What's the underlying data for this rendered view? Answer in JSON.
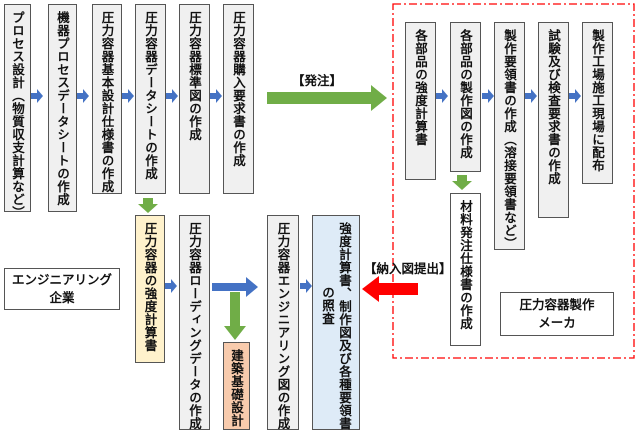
{
  "colors": {
    "blue_arrow": "#4472c4",
    "green_arrow": "#70ad47",
    "red_arrow": "#ff0000",
    "dash_border": "#ff0000"
  },
  "boxes": {
    "process_design": "プロセス設計（物質収支計算など）",
    "equipment_datasheet": "機器プロセスデータシートの作成",
    "vessel_basic_spec": "圧力容器基本設計仕様書の作成",
    "vessel_datasheet": "圧力容器データシートの作成",
    "vessel_standard_drawing": "圧力容器標準図の作成",
    "vessel_purchase_spec": "圧力容器購入要求書の作成",
    "strength_calc_engineering": "圧力容器の強度計算書",
    "loading_data": "圧力容器ローディングデータの作成",
    "foundation_design": "建築基礎設計",
    "engineering_drawing": "圧力容器エンジニアリング図の作成",
    "verification_col1": "強度計算書、制作図及び各種要領書",
    "verification_col2": "の照査",
    "part_strength_calc": "各部品の強度計算書",
    "part_drawings": "各部品の製作図の作成",
    "manufacturing_procedures": "製作要領書の作成（溶接要領書など）",
    "test_inspection_spec": "試験及び検査要求書の作成",
    "shop_distribution": "製作工場施工現場に配布",
    "material_order_spec": "材料発注仕様書の作成"
  },
  "labels": {
    "order": "【発注】",
    "submission": "【納入図提出】",
    "engineering_company": "エンジニアリング\n企業",
    "manufacturer": "圧力容器製作\nメーカ"
  }
}
